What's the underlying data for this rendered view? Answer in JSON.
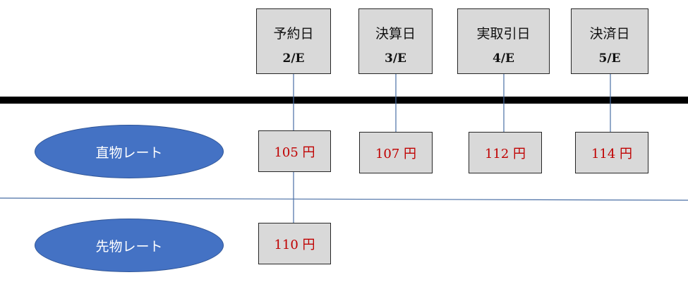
{
  "dates": [
    {
      "label": "予約日",
      "sub": "2/E"
    },
    {
      "label": "決算日",
      "sub": "3/E"
    },
    {
      "label": "実取引日",
      "sub": "4/E"
    },
    {
      "label": "決済日",
      "sub": "5/E"
    }
  ],
  "spot": {
    "label": "直物レート",
    "values": [
      "105 円",
      "107 円",
      "112 円",
      "114 円"
    ]
  },
  "forward": {
    "label": "先物レート",
    "value": "110 円"
  },
  "colors": {
    "oval_fill": "#4472c4",
    "box_fill": "#d9d9d9",
    "rate_text": "#c00000",
    "timeline": "#000000",
    "connector": "#4a6fa5"
  }
}
